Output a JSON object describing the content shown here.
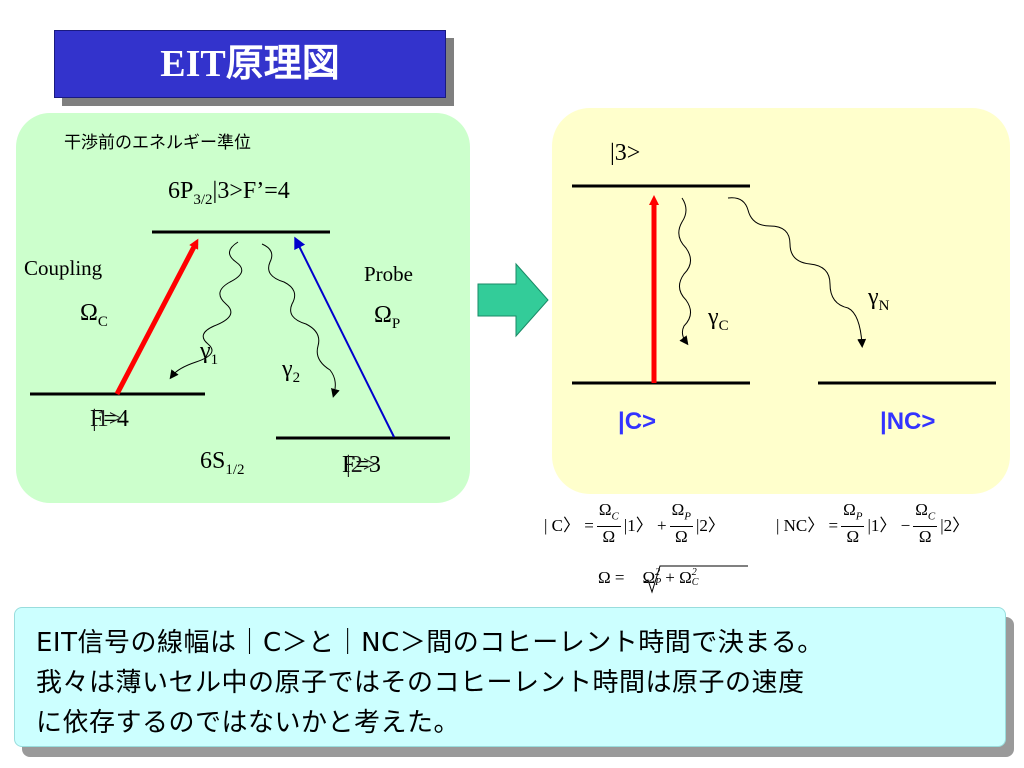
{
  "title": "EIT原理図",
  "left_panel": {
    "caption": "干渉前のエネルギー準位",
    "upper_level": {
      "main": "6P",
      "sub": "3/2",
      "rest": "|3>F’=4"
    },
    "coupling_label": "Coupling",
    "coupling_omega": "Ω",
    "coupling_omega_sub": "C",
    "probe_label": "Probe",
    "probe_omega": "Ω",
    "probe_omega_sub": "P",
    "gamma1": "γ",
    "gamma1_sub": "1",
    "gamma2": "γ",
    "gamma2_sub": "2",
    "level1_label": "F=4",
    "level1_overlay": "|1>",
    "ground_label": "6S",
    "ground_sub": "1/2",
    "level2_label": "F=3",
    "level2_overlay": "|2>"
  },
  "right_panel": {
    "upper_level": "|3>",
    "gammaC": "γ",
    "gammaC_sub": "C",
    "gammaN": "γ",
    "gammaN_sub": "N",
    "c_state": "|C>",
    "nc_state": "|NC>"
  },
  "formulas": {
    "c_lhs": "| C〉 =",
    "c_frac1_num": "Ω",
    "c_frac1_num_sub": "C",
    "c_frac1_den": "Ω",
    "c_mid": "|1〉 +",
    "c_frac2_num": "Ω",
    "c_frac2_num_sub": "P",
    "c_frac2_den": "Ω",
    "c_end": "|2〉",
    "nc_lhs": "| NC〉 =",
    "nc_frac1_num": "Ω",
    "nc_frac1_num_sub": "P",
    "nc_frac1_den": "Ω",
    "nc_mid": "|1〉 −",
    "nc_frac2_num": "Ω",
    "nc_frac2_num_sub": "C",
    "nc_frac2_den": "Ω",
    "nc_end": "|2〉",
    "omega_lhs": "Ω =",
    "omega_rad": "Ω",
    "omega_rad_p": "P",
    "omega_plus": "+ Ω",
    "omega_rad_c": "C",
    "omega_sq": "2"
  },
  "note": {
    "line1": "EIT信号の線幅は｜C＞と｜NC＞間のコヒーレント時間で決まる。",
    "line2": "我々は薄いセル中の原子ではそのコヒーレント時間は原子の速度",
    "line3": "に依存するのではないかと考えた。"
  },
  "colors": {
    "title_bg": "#3333cc",
    "left_panel_bg": "#ccffcc",
    "right_panel_bg": "#ffffcc",
    "coupling_arrow": "#ff0000",
    "probe_arrow": "#0000cc",
    "state_text": "#3333ff",
    "note_bg": "#ccffff",
    "big_arrow": "#33cc99"
  }
}
